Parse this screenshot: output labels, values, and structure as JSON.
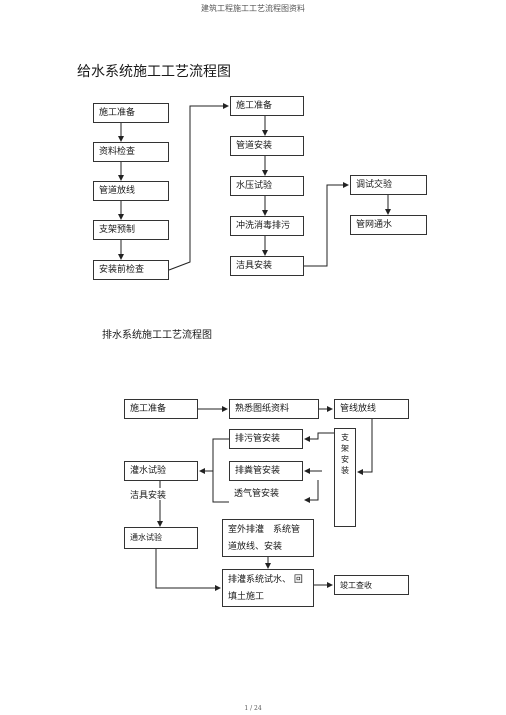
{
  "header": {
    "text": "建筑工程施工工艺流程图资料"
  },
  "water_supply": {
    "title": "给水系统施工工艺流程图",
    "col1": [
      "施工准备",
      "资料检查",
      "管道放线",
      "支架预制",
      "安装前检查"
    ],
    "col2": [
      "施工准备",
      "管道安装",
      "水压试验",
      "冲洗消毒排污",
      "洁具安装"
    ],
    "col3": [
      "调试交验",
      "管网通水"
    ]
  },
  "drainage": {
    "title": "排水系统施工工艺流程图",
    "top_row": [
      "施工准备",
      "熟悉图纸资料",
      "管线放线"
    ],
    "mid_col": [
      "排污管安装",
      "排粪管安装",
      "透气管安装"
    ],
    "bracket_text": "支架安装",
    "water_fill_test": "灌水试验",
    "fixture_install": "洁具安装",
    "flow_test": "通水试验",
    "outdoor_drainage": "室外排灌　系统管道放线、安装",
    "drainage_test": "排灌系统试水、 回填土施工",
    "final_acceptance": "竣工查收"
  },
  "footer": {
    "page": "1 / 24"
  }
}
